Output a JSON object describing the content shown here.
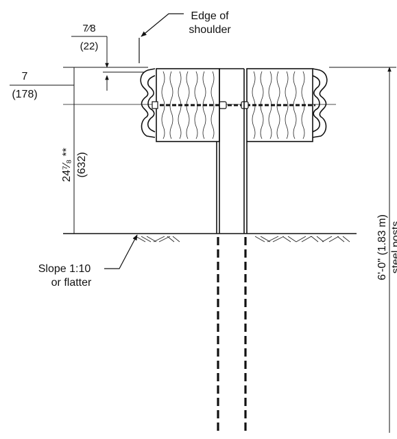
{
  "labels": {
    "edge_line1": "Edge of",
    "edge_line2": "shoulder",
    "offset_frac": "7⁄8",
    "offset_mm": "(22)",
    "rail_dim": "7",
    "rail_dim_mm": "(178)",
    "height_dim": "24⁷⁄₈ **",
    "height_dim_mm": "(632)",
    "slope_line1": "Slope 1:10",
    "slope_line2": "or flatter",
    "post_len_line1": "6'-0\" (1.83 m)",
    "post_len_line2": "steel posts"
  },
  "colors": {
    "line": "#111111",
    "background": "#ffffff"
  }
}
